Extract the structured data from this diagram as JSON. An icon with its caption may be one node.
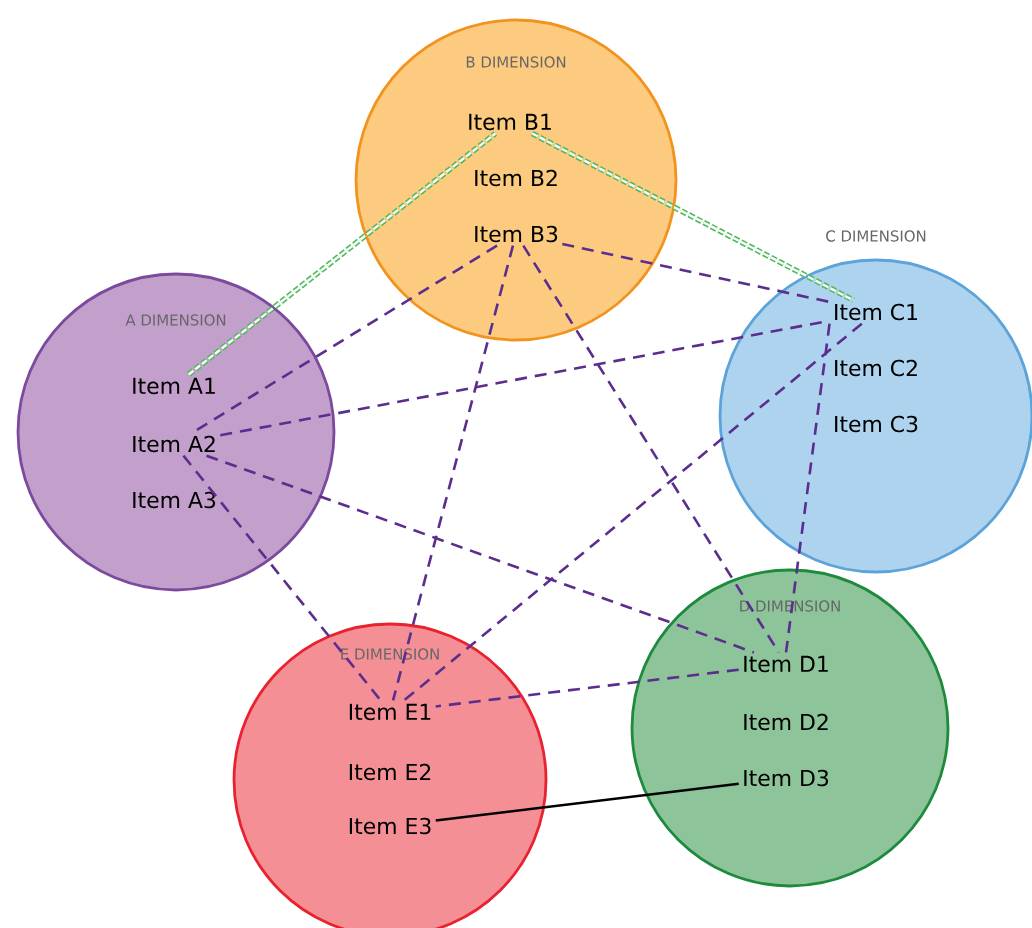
{
  "diagram": {
    "nodes": [
      {
        "text": [
          "A DIMENSION"
        ]
      },
      {
        "text": [
          "Item A1"
        ],
        "in": 0
      },
      {
        "text": [
          "Item A2"
        ],
        "in": 0
      },
      {
        "text": [
          "Item A3"
        ],
        "in": 0
      },
      {
        "text": [
          "B DIMENSION"
        ]
      },
      {
        "text": [
          "Item B1"
        ],
        "in": 4
      },
      {
        "text": [
          "Item B2"
        ],
        "in": 4
      },
      {
        "text": [
          "Item B3"
        ],
        "in": 4
      },
      {
        "text": [
          "C DIMENSION"
        ]
      },
      {
        "text": [
          "Item C1"
        ],
        "in": 8
      },
      {
        "text": [
          "Item C2"
        ],
        "in": 8
      },
      {
        "text": [
          "Item C3"
        ],
        "in": 8
      },
      {
        "text": [
          "D DIMENSION"
        ]
      },
      {
        "text": [
          "Item D1"
        ],
        "in": 12
      },
      {
        "text": [
          "Item D2"
        ],
        "in": 12
      },
      {
        "text": [
          "Item D3"
        ],
        "in": 12
      },
      {
        "text": [
          "E DIMENSION"
        ]
      },
      {
        "text": [
          "Item E1"
        ],
        "in": 16
      },
      {
        "text": [
          "Item E2"
        ],
        "in": 16
      },
      {
        "text": [
          "Item E3"
        ],
        "in": 16
      }
    ],
    "edges": [
      {
        "from": 1,
        "to": 5,
        "arrow": "none",
        "style": "dashed",
        "color": "#4dbb5a"
      },
      {
        "from": 5,
        "to": 9,
        "arrow": "none",
        "style": "dashed",
        "color": "#4dbb5a"
      },
      {
        "from": 7,
        "to": 2,
        "arrow": "none",
        "style": "dashed"
      },
      {
        "from": 7,
        "to": 17,
        "arrow": "none",
        "style": "dashed"
      },
      {
        "from": 7,
        "to": 13,
        "arrow": "none",
        "style": "dashed"
      },
      {
        "from": 7,
        "to": 9,
        "arrow": "none",
        "style": "dashed"
      },
      {
        "from": 2,
        "to": 9,
        "arrow": "none",
        "style": "dashed"
      },
      {
        "from": 2,
        "to": 13,
        "arrow": "none",
        "style": "dashed"
      },
      {
        "from": 2,
        "to": 17,
        "arrow": "none",
        "style": "dashed"
      },
      {
        "from": 9,
        "to": 17,
        "arrow": "none",
        "style": "dashed"
      },
      {
        "from": 9,
        "to": 13,
        "arrow": "none",
        "style": "dashed"
      },
      {
        "from": 13,
        "to": 17,
        "arrow": "none",
        "style": "dashed"
      },
      {
        "from": 19,
        "to": 15,
        "arrow": "none",
        "color": "#000000"
      }
    ]
  }
}
